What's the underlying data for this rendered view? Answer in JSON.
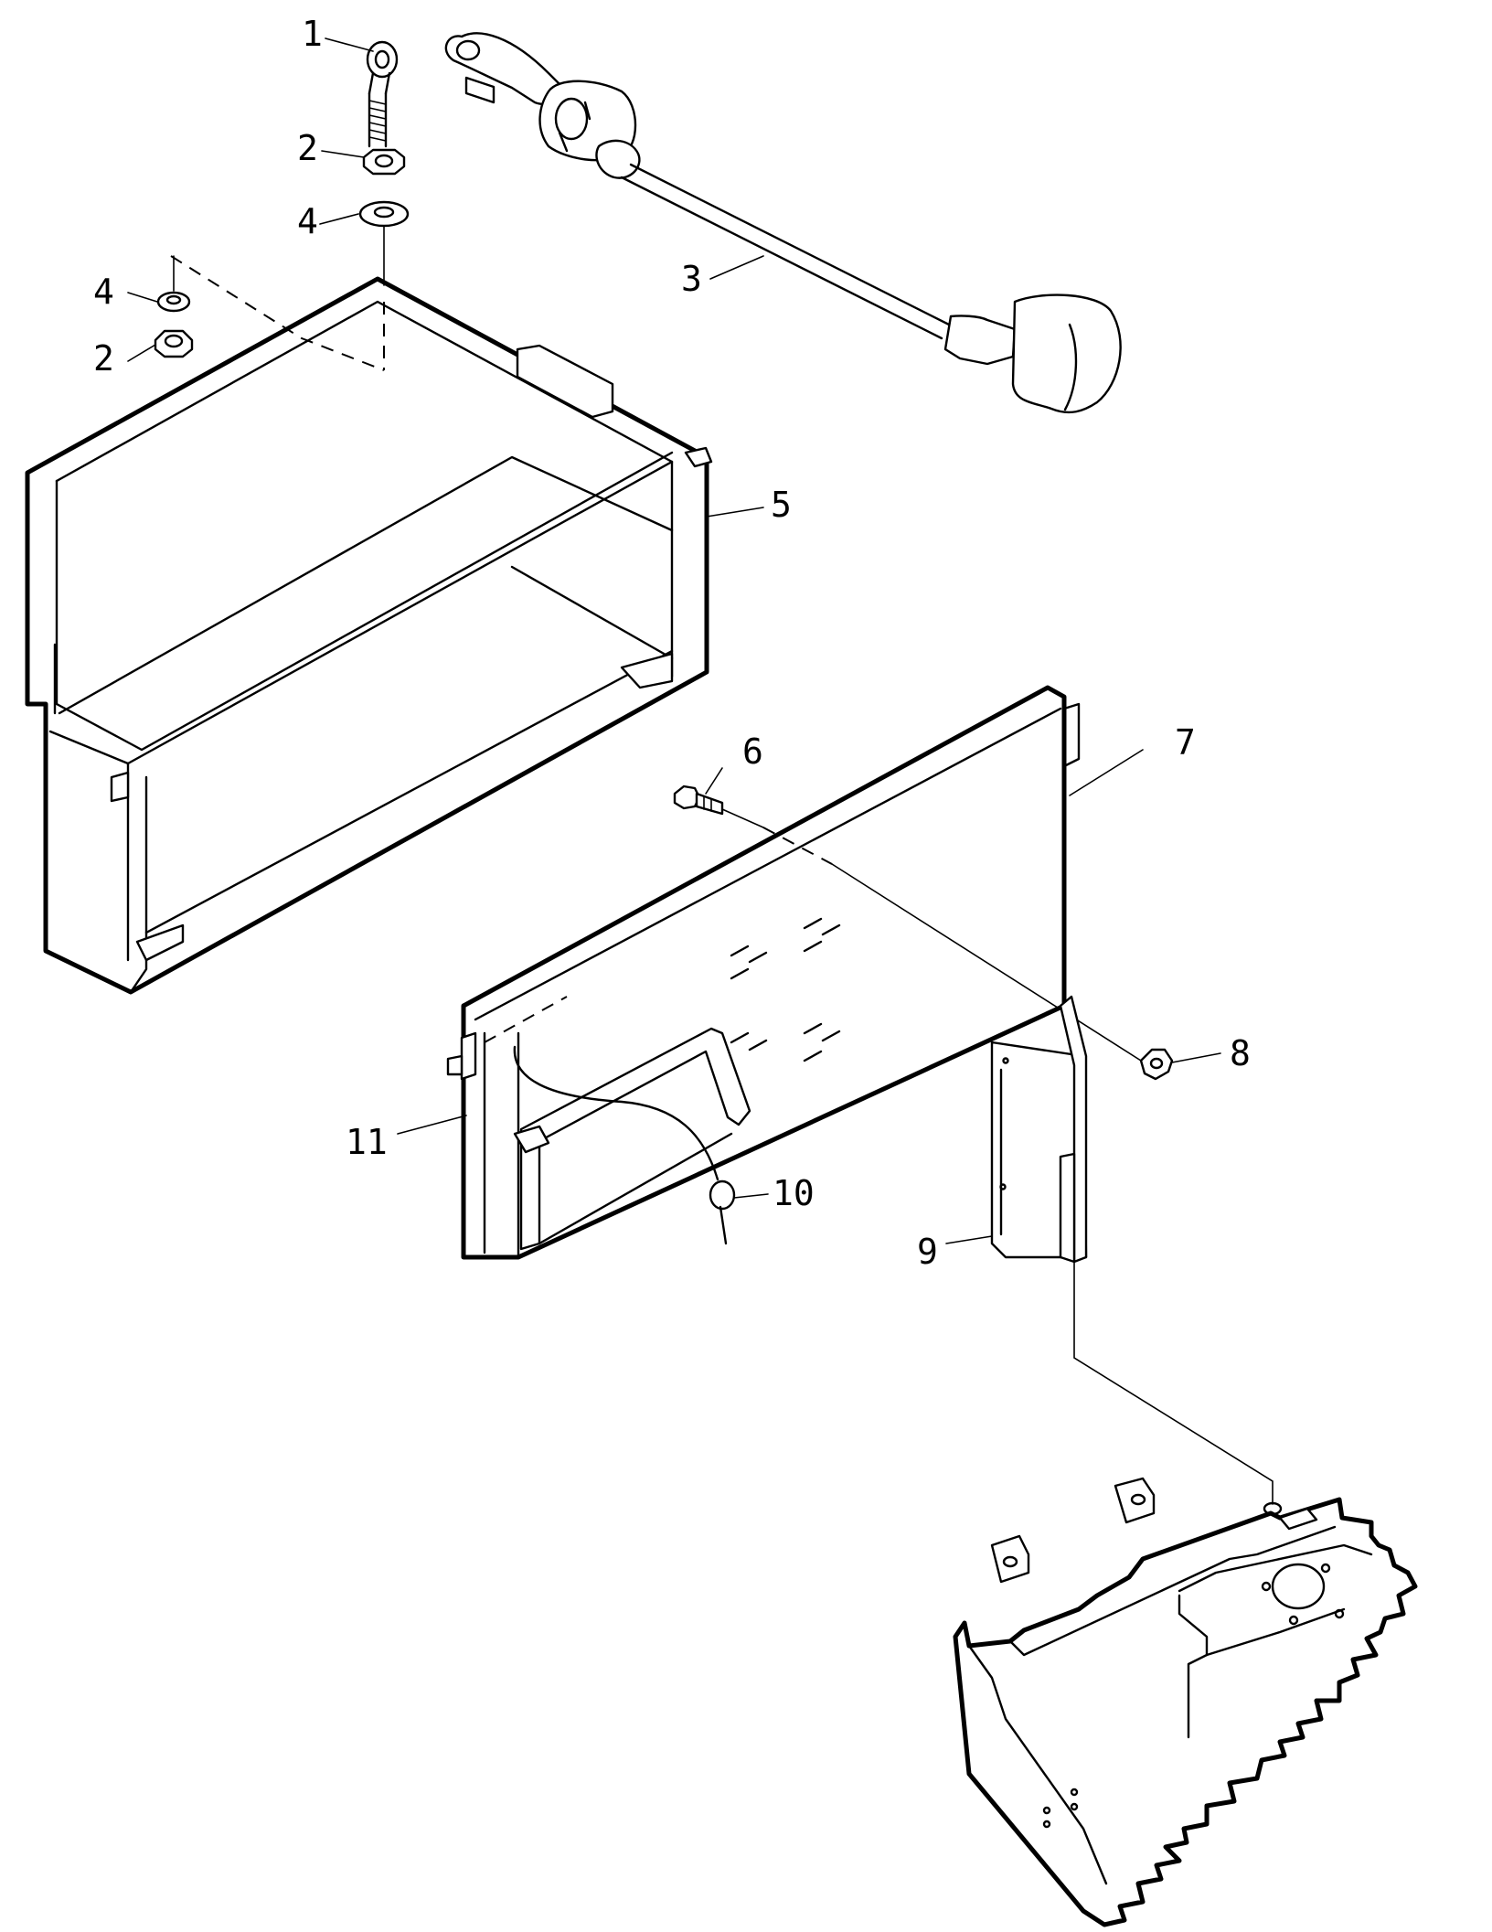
{
  "diagram": {
    "callouts": [
      {
        "id": "c1",
        "text": "1"
      },
      {
        "id": "c2a",
        "text": "2"
      },
      {
        "id": "c4a",
        "text": "4"
      },
      {
        "id": "c4b",
        "text": "4"
      },
      {
        "id": "c2b",
        "text": "2"
      },
      {
        "id": "c3",
        "text": "3"
      },
      {
        "id": "c5",
        "text": "5"
      },
      {
        "id": "c6",
        "text": "6"
      },
      {
        "id": "c7",
        "text": "7"
      },
      {
        "id": "c8",
        "text": "8"
      },
      {
        "id": "c11",
        "text": "11"
      },
      {
        "id": "c10",
        "text": "10"
      },
      {
        "id": "c9",
        "text": "9"
      }
    ]
  }
}
